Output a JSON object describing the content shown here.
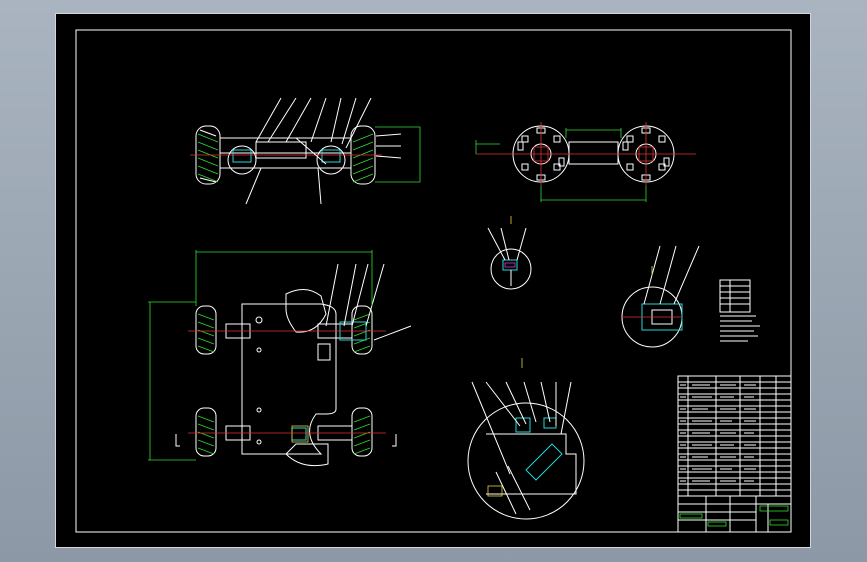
{
  "colors": {
    "background": "#8d98a6",
    "sheet": "#000000",
    "outline": "#ffffff",
    "dimension": "#2fdc2f",
    "hatch": "#28d6d6",
    "centerline": "#e23131",
    "highlight": "#e8d23a"
  },
  "views": [
    "top-view",
    "side-view",
    "plan-view",
    "detail-small-round",
    "detail-round-right",
    "detail-large-round",
    "notes-block",
    "title-block"
  ]
}
